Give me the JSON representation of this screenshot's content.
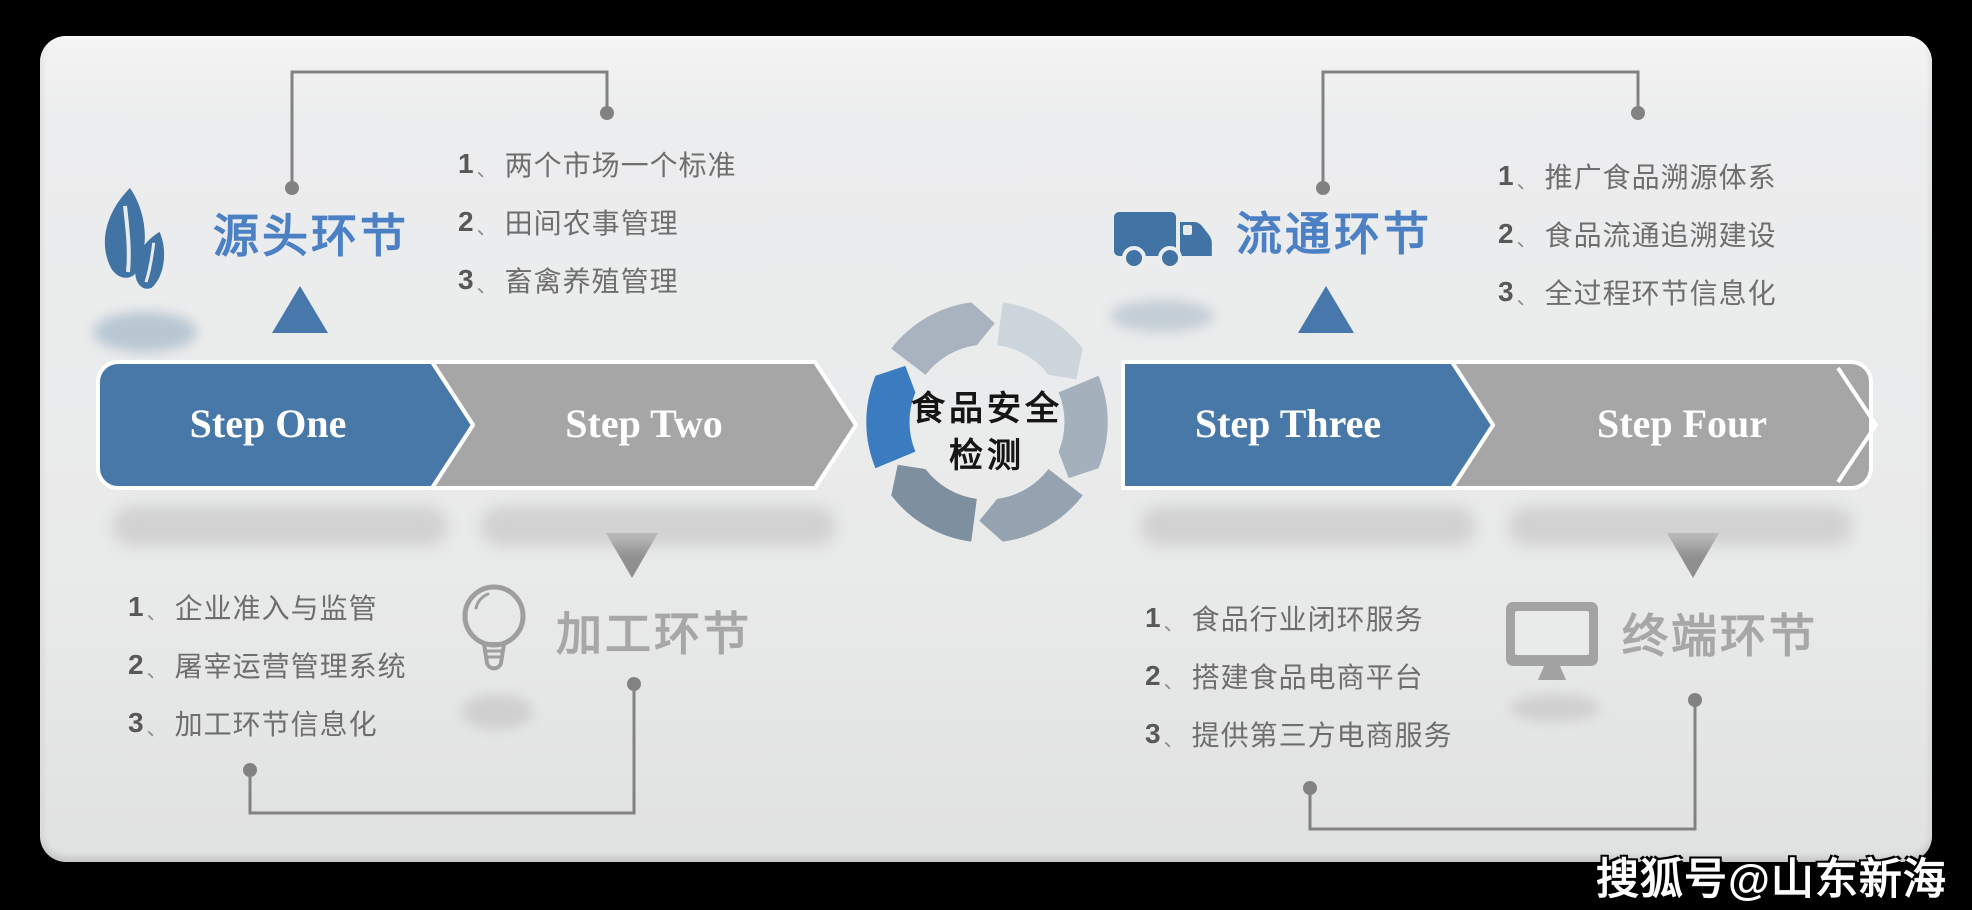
{
  "watermark": "搜狐号@山东新海",
  "separator": "、",
  "colors": {
    "accent_blue": "#4878A8",
    "title_blue": "#4B80C4",
    "bar_gray": "#A6A6A6",
    "title_gray": "#A7A7A7",
    "body_text": "#6E6E6E",
    "line_gray": "#828282",
    "cycle_blue": "#3B7CC0",
    "cycle_grays": [
      "#A9B3BF",
      "#CDD5DC",
      "#A4B0BC",
      "#95A3B0",
      "#7E8FA0"
    ]
  },
  "cycle": {
    "line1": "食品安全",
    "line2": "检测"
  },
  "steps": {
    "one": "Step One",
    "two": "Step Two",
    "three": "Step Three",
    "four": "Step Four"
  },
  "sections": {
    "source": {
      "title": "源头环节",
      "items": [
        {
          "n": "1",
          "t": "两个市场一个标准"
        },
        {
          "n": "2",
          "t": "田间农事管理"
        },
        {
          "n": "3",
          "t": "畜禽养殖管理"
        }
      ]
    },
    "processing": {
      "title": "加工环节",
      "items": [
        {
          "n": "1",
          "t": "企业准入与监管"
        },
        {
          "n": "2",
          "t": "屠宰运营管理系统"
        },
        {
          "n": "3",
          "t": "加工环节信息化"
        }
      ]
    },
    "circulation": {
      "title": "流通环节",
      "items": [
        {
          "n": "1",
          "t": "推广食品溯源体系"
        },
        {
          "n": "2",
          "t": "食品流通追溯建设"
        },
        {
          "n": "3",
          "t": "全过程环节信息化"
        }
      ]
    },
    "terminal": {
      "title": "终端环节",
      "items": [
        {
          "n": "1",
          "t": "食品行业闭环服务"
        },
        {
          "n": "2",
          "t": "搭建食品电商平台"
        },
        {
          "n": "3",
          "t": "提供第三方电商服务"
        }
      ]
    }
  }
}
